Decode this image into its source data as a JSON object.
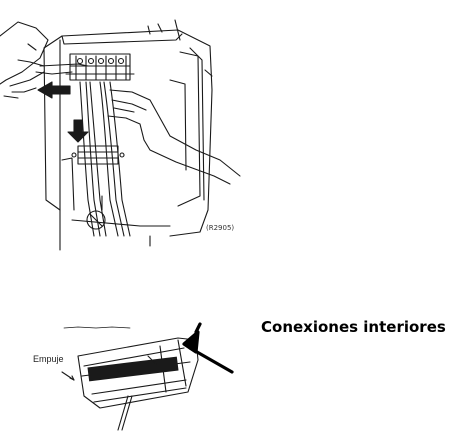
{
  "figure_top": {
    "reference_code": "(R2905)"
  },
  "figure_bottom": {
    "push_label": "Empuje",
    "caption": "Conexiones interiores"
  },
  "colors": {
    "line": "#1a1a1a",
    "background": "#ffffff"
  }
}
